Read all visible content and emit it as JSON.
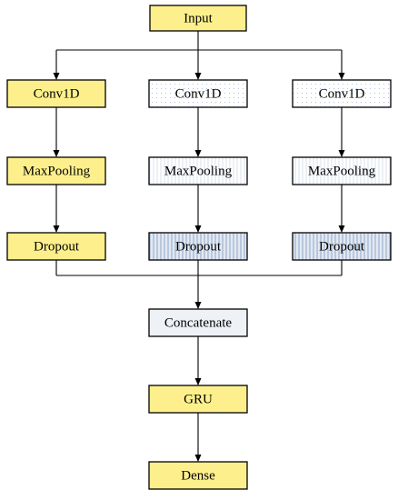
{
  "diagram": {
    "colors": {
      "yellow": "#fdf08c",
      "white": "#ffffff",
      "dots": "#9fb6d6",
      "stripes": "#9fb6d6",
      "light": "#eef1f6",
      "line": "#000000"
    },
    "nodes": {
      "input": {
        "label": "Input",
        "fill": "yellow"
      },
      "conv_1": {
        "label": "Conv1D",
        "fill": "yellow"
      },
      "conv_2": {
        "label": "Conv1D",
        "fill": "dots"
      },
      "conv_3": {
        "label": "Conv1D",
        "fill": "dots"
      },
      "pool_1": {
        "label": "MaxPooling",
        "fill": "yellow"
      },
      "pool_2": {
        "label": "MaxPooling",
        "fill": "fine-stripes"
      },
      "pool_3": {
        "label": "MaxPooling",
        "fill": "fine-stripes"
      },
      "drop_1": {
        "label": "Dropout",
        "fill": "yellow"
      },
      "drop_2": {
        "label": "Dropout",
        "fill": "stripes"
      },
      "drop_3": {
        "label": "Dropout",
        "fill": "stripes"
      },
      "concat": {
        "label": "Concatenate",
        "fill": "light"
      },
      "gru": {
        "label": "GRU",
        "fill": "yellow"
      },
      "dense": {
        "label": "Dense",
        "fill": "yellow"
      }
    }
  }
}
